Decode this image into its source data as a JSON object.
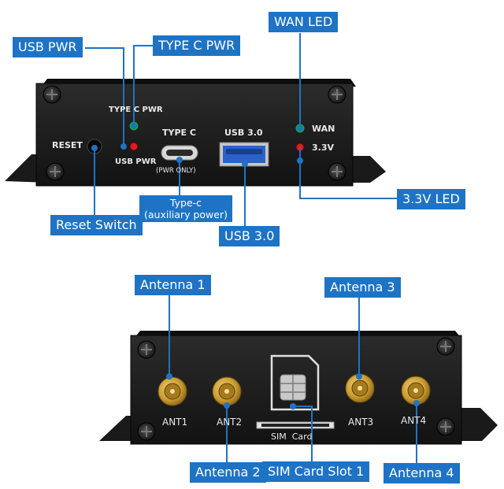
{
  "callouts": {
    "usb_pwr": "USB PWR",
    "type_c_pwr": "TYPE C PWR",
    "wan_led": "WAN LED",
    "led_3v3": "3.3V LED",
    "reset_switch": "Reset Switch",
    "type_c_aux_line1": "Type-c",
    "type_c_aux_line2": "(auxiliary power)",
    "usb30": "USB 3.0",
    "antenna1": "Antenna 1",
    "antenna2": "Antenna 2",
    "antenna3": "Antenna 3",
    "antenna4": "Antenna 4",
    "sim_slot": "SIM Card Slot 1"
  },
  "front_panel": {
    "type_c_pwr": "TYPE C PWR",
    "usb_pwr": "USB PWR",
    "reset": "RESET",
    "type_c": "TYPE C",
    "pwr_only": "(PWR ONLY)",
    "usb30": "USB 3.0",
    "wan": "WAN",
    "v33": "3.3V"
  },
  "back_panel": {
    "ant1": "ANT1",
    "ant2": "ANT2",
    "ant3": "ANT3",
    "ant4": "ANT4",
    "sim_card": "SIM  Card"
  },
  "colors": {
    "callout": "#1f73c4",
    "panel": "#1c1c1c",
    "led_green": "#2fae3a",
    "led_red": "#d42020",
    "usb_port": "#2a62c9",
    "sma_gold": "#c99a2e"
  }
}
